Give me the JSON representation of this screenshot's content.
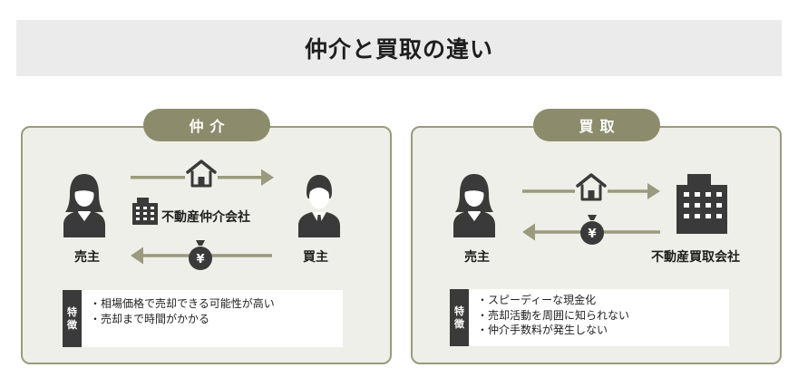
{
  "title": "仲介と買取の違い",
  "brokerage": {
    "label": "仲介",
    "seller": "売主",
    "buyer": "買主",
    "company": "不動産仲介会社",
    "feature_tag": [
      "特",
      "徴"
    ],
    "features": [
      "・相場価格で売却できる可能性が高い",
      "・売却まで時間がかかる"
    ]
  },
  "purchase": {
    "label": "買取",
    "seller": "売主",
    "company": "不動産買取会社",
    "feature_tag": [
      "特",
      "徴"
    ],
    "features": [
      "・スピーディーな現金化",
      "・売却活動を周囲に知られない",
      "・仲介手数料が発生しない"
    ]
  },
  "icons": {
    "person_female": "person-female-icon",
    "person_male": "person-male-icon",
    "house": "house-icon",
    "money_bag": "money-bag-icon",
    "building": "building-icon",
    "yen_symbol": "¥"
  },
  "colors": {
    "accent": "#8c8c6c",
    "panel_bg": "#efefe9",
    "panel_border": "#9a9a7e",
    "icon_dark": "#3a3a3a",
    "arrow": "#9a9a7e"
  }
}
